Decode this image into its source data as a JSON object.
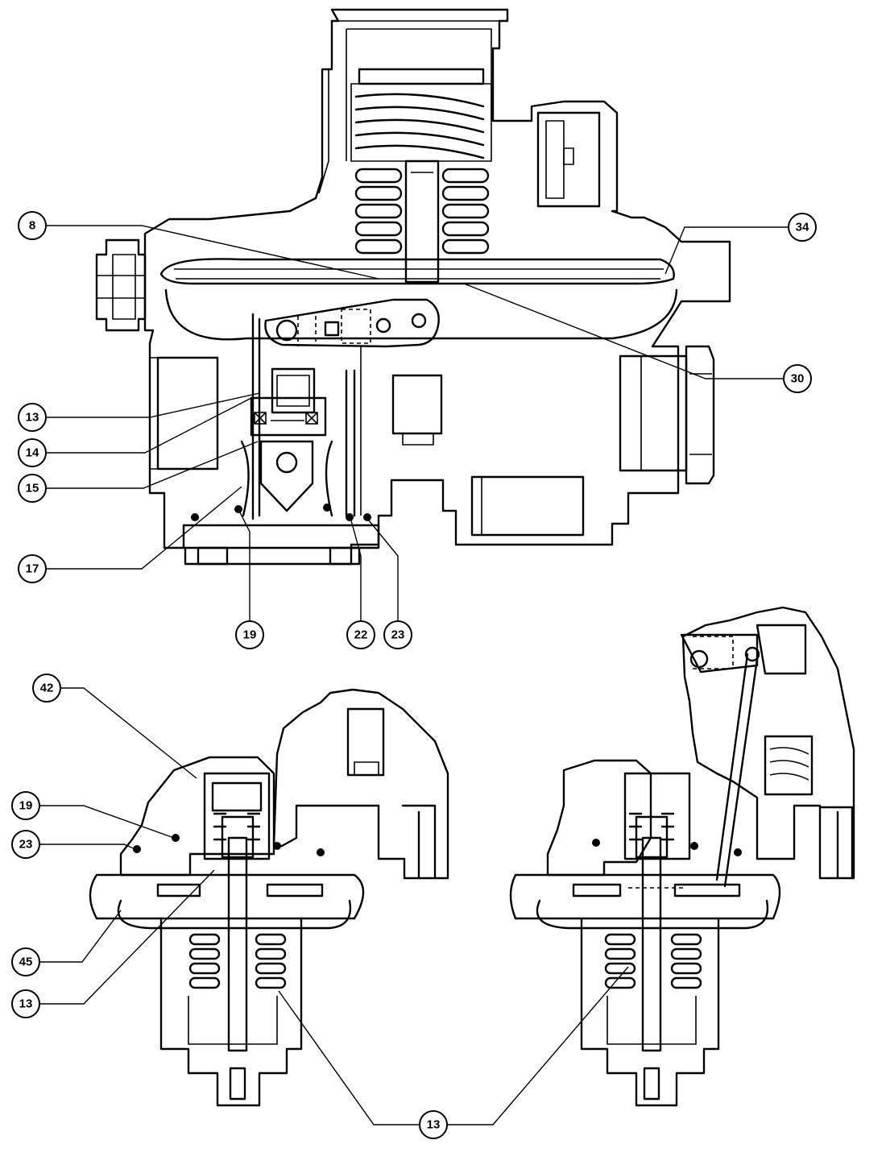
{
  "callouts": [
    {
      "id": "c8",
      "label": "8"
    },
    {
      "id": "c34",
      "label": "34"
    },
    {
      "id": "c30",
      "label": "30"
    },
    {
      "id": "c13a",
      "label": "13"
    },
    {
      "id": "c14",
      "label": "14"
    },
    {
      "id": "c15",
      "label": "15"
    },
    {
      "id": "c17",
      "label": "17"
    },
    {
      "id": "c19a",
      "label": "19"
    },
    {
      "id": "c22",
      "label": "22"
    },
    {
      "id": "c23a",
      "label": "23"
    },
    {
      "id": "c42",
      "label": "42"
    },
    {
      "id": "c19b",
      "label": "19"
    },
    {
      "id": "c23b",
      "label": "23"
    },
    {
      "id": "c45",
      "label": "45"
    },
    {
      "id": "c13b",
      "label": "13"
    },
    {
      "id": "c13c",
      "label": "13"
    }
  ]
}
